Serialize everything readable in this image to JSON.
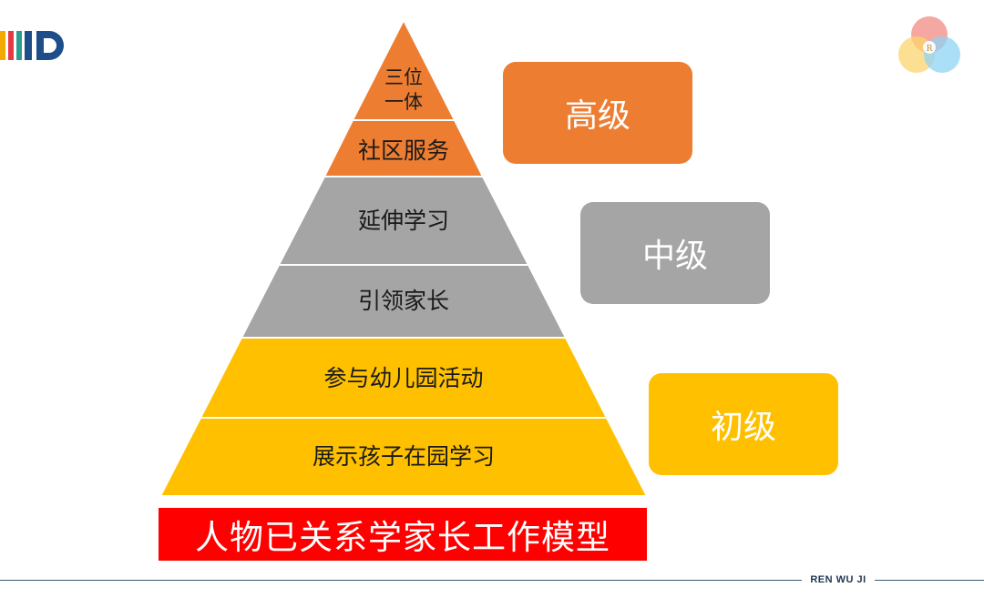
{
  "pyramid": {
    "levels": [
      {
        "label": "三位一体",
        "line1": "三位",
        "line2": "一体",
        "color": "#ED7D31"
      },
      {
        "label": "社区服务",
        "color": "#ED7D31"
      },
      {
        "label": "延伸学习",
        "color": "#A5A5A5"
      },
      {
        "label": "引领家长",
        "color": "#A5A5A5"
      },
      {
        "label": "参与幼儿园活动",
        "color": "#FFC000"
      },
      {
        "label": "展示孩子在园学习",
        "color": "#FFC000"
      }
    ]
  },
  "badges": {
    "high": {
      "label": "高级",
      "color": "#ED7D31"
    },
    "mid": {
      "label": "中级",
      "color": "#A5A5A5"
    },
    "low": {
      "label": "初级",
      "color": "#FFC000"
    }
  },
  "title": "人物已关系学家长工作模型",
  "footer": {
    "brand": "REN WU JI"
  },
  "colors": {
    "title_bg": "#FF0000",
    "footer_line": "#3C5A78"
  }
}
